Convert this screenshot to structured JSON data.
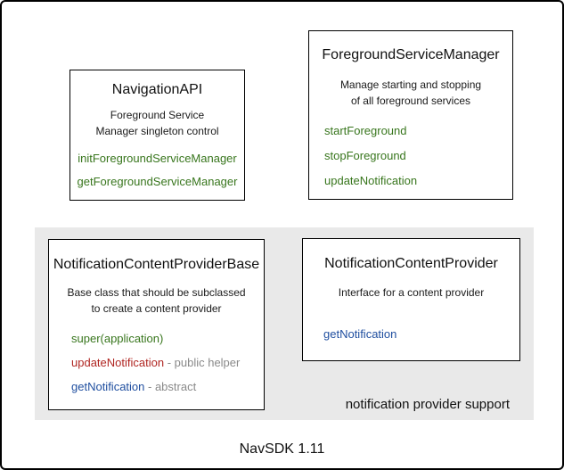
{
  "palette": {
    "green": "#38761d",
    "red": "#b02622",
    "blue": "#1f4e9f",
    "gray_text": "#8a8a8a",
    "panel_bg": "#e9e9e9",
    "box_border": "#000000",
    "text": "#111111"
  },
  "boxes": {
    "navigation_api": {
      "title": "NavigationAPI",
      "subtitle": [
        "Foreground Service",
        "Manager singleton control"
      ],
      "methods": [
        {
          "name": "initForegroundServiceManager"
        },
        {
          "name": "getForegroundServiceManager"
        }
      ]
    },
    "foreground_service_manager": {
      "title": "ForegroundServiceManager",
      "subtitle": [
        "Manage starting and stopping",
        "of all foreground services"
      ],
      "methods": [
        {
          "name": "startForeground"
        },
        {
          "name": "stopForeground"
        },
        {
          "name": "updateNotification"
        }
      ]
    },
    "provider_base": {
      "title": "NotificationContentProviderBase",
      "subtitle": [
        "Base class that should be subclassed",
        "to create a content provider"
      ],
      "methods": [
        {
          "name": "super(application)",
          "suffix": ""
        },
        {
          "name": "updateNotification",
          "suffix": " - public helper"
        },
        {
          "name": "getNotification",
          "suffix": " - abstract"
        }
      ]
    },
    "provider": {
      "title": "NotificationContentProvider",
      "subtitle": [
        "Interface for a content provider"
      ],
      "methods": [
        {
          "name": "getNotification"
        }
      ]
    }
  },
  "panel": {
    "caption": "notification provider support"
  },
  "footer": {
    "label": "NavSDK 1.11"
  }
}
